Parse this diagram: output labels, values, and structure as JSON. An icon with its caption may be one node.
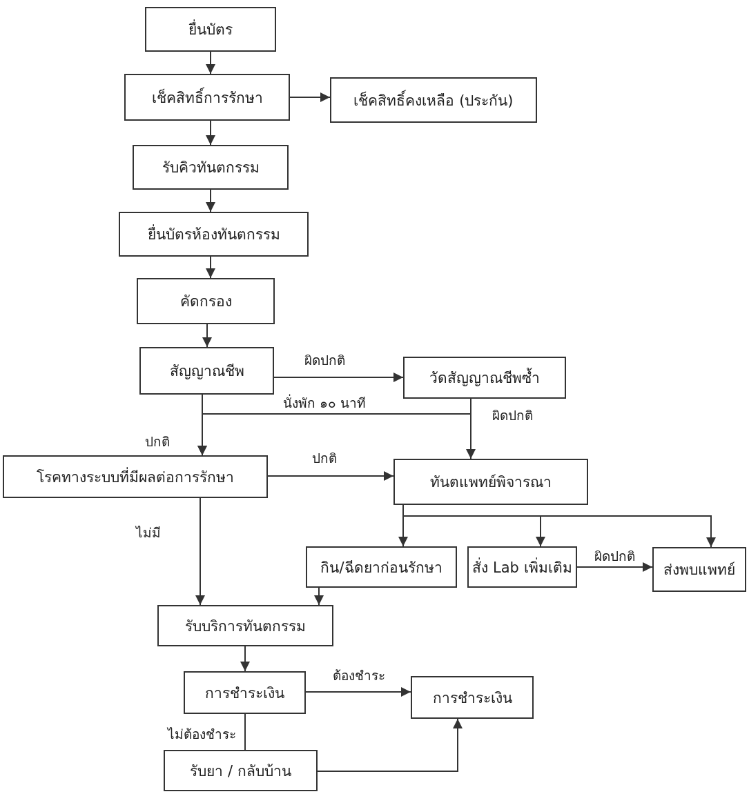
{
  "diagram": {
    "nodes": [
      {
        "text": [
          "ยื่นบัตร"
        ]
      },
      {
        "text": [
          "เช็คสิทธิ์การรักษา"
        ]
      },
      {
        "text": [
          "เช็คสิทธิ์คงเหลือ (ประกัน)"
        ]
      },
      {
        "text": [
          "รับคิวทันตกรรม"
        ]
      },
      {
        "text": [
          "ยื่นบัตรห้องทันตกรรม"
        ]
      },
      {
        "text": [
          "คัดกรอง"
        ]
      },
      {
        "text": [
          "สัญญาณชีพ"
        ]
      },
      {
        "text": [
          "วัดสัญญาณชีพซ้ำ"
        ]
      },
      {
        "text": [
          "โรคทางระบบที่มีผลต่อการรักษา"
        ]
      },
      {
        "text": [
          "ทันตแพทย์พิจารณา"
        ]
      },
      {
        "text": [
          "กิน/ฉีดยาก่อนรักษา"
        ]
      },
      {
        "text": [
          "สั่ง Lab เพิ่มเติม"
        ]
      },
      {
        "text": [
          "ส่งพบแพทย์"
        ]
      },
      {
        "text": [
          "รับบริการทันตกรรม"
        ]
      },
      {
        "text": [
          "การชำระเงิน"
        ]
      },
      {
        "text": [
          "การชำระเงิน"
        ]
      },
      {
        "text": [
          "รับยา / กลับบ้าน"
        ]
      }
    ],
    "edges": [
      {
        "from": 0,
        "to": 1,
        "arrow": "to"
      },
      {
        "from": 1,
        "to": 2,
        "arrow": "to"
      },
      {
        "from": 1,
        "to": 3,
        "arrow": "to"
      },
      {
        "from": 3,
        "to": 4,
        "arrow": "to"
      },
      {
        "from": 4,
        "to": 5,
        "arrow": "to"
      },
      {
        "from": 5,
        "to": 6,
        "arrow": "to"
      },
      {
        "from": 6,
        "to": 7,
        "arrow": "to",
        "label": "ผิดปกติ"
      },
      {
        "from": 6,
        "to": 8,
        "arrow": "to",
        "label": "ปกติ"
      },
      {
        "from": 7,
        "to": 9,
        "arrow": "to",
        "label": "ผิดปกติ"
      },
      {
        "from": 7,
        "to": 8,
        "arrow": "to"
      },
      {
        "from": 8,
        "to": 9,
        "arrow": "to",
        "label": "ปกติ"
      },
      {
        "from": 8,
        "to": 13,
        "arrow": "to",
        "label": "ไม่มี"
      },
      {
        "from": 9,
        "to": 10,
        "arrow": "to"
      },
      {
        "from": 9,
        "to": 11,
        "arrow": "to"
      },
      {
        "from": 9,
        "to": 12,
        "arrow": "to"
      },
      {
        "from": 11,
        "to": 12,
        "arrow": "to",
        "label": "ผิดปกติ"
      },
      {
        "from": 10,
        "to": 13,
        "arrow": "to"
      },
      {
        "from": 13,
        "to": 14,
        "arrow": "to"
      },
      {
        "from": 14,
        "to": 15,
        "arrow": "to",
        "label": "ต้องชำระ"
      },
      {
        "from": 14,
        "to": 16,
        "arrow": "none",
        "label": "ไม่ต้องชำระ"
      },
      {
        "from": 16,
        "to": 15,
        "arrow": "to"
      }
    ],
    "labels": [
      "นั่งพัก ๑๐ นาที"
    ]
  }
}
